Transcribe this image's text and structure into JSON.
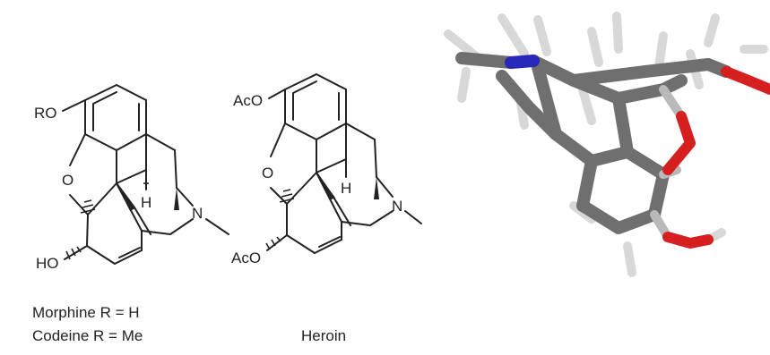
{
  "structures": {
    "morphine_codeine": {
      "labels": {
        "ro": "RO",
        "o": "O",
        "h": "H",
        "n": "N",
        "ho": "HO"
      },
      "caption_line1": "Morphine R = H",
      "caption_line2": "Codeine R = Me"
    },
    "heroin": {
      "labels": {
        "aco_top": "AcO",
        "o": "O",
        "h": "H",
        "n": "N",
        "aco_bottom": "AcO"
      },
      "caption": "Heroin"
    }
  },
  "model": {
    "colors": {
      "carbon": "#6f6f6f",
      "carbon_light": "#b9b9b9",
      "hydrogen": "#d8d8d8",
      "oxygen": "#d62020",
      "nitrogen": "#2828b8"
    }
  }
}
